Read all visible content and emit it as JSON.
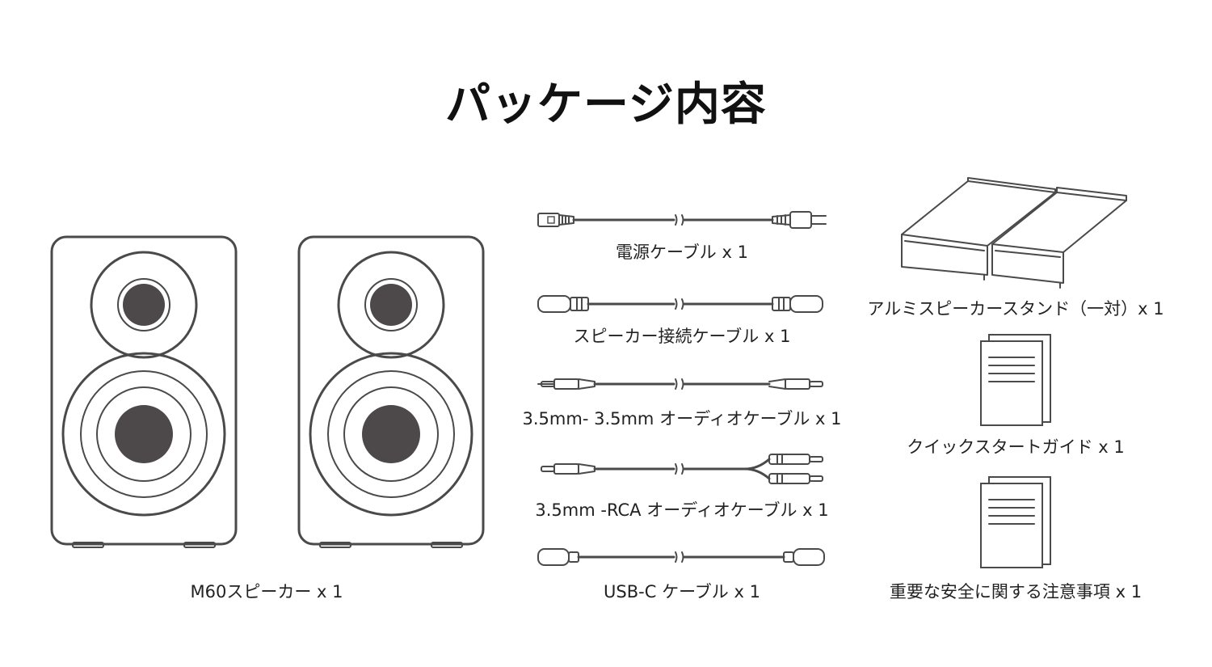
{
  "title": "パッケージ内容",
  "items": {
    "speakers": "M60スピーカー x 1",
    "power_cable": "電源ケーブル x 1",
    "speaker_cable": "スピーカー接続ケーブル x 1",
    "aux_cable": "3.5mm- 3.5mm オーディオケーブル x 1",
    "rca_cable": "3.5mm -RCA オーディオケーブル x 1",
    "usbc_cable": "USB-C ケーブル x 1",
    "stands": "アルミスピーカースタンド（一対）x 1",
    "quick_start": "クイックスタートガイド x 1",
    "safety": "重要な安全に関する注意事項 x 1"
  }
}
